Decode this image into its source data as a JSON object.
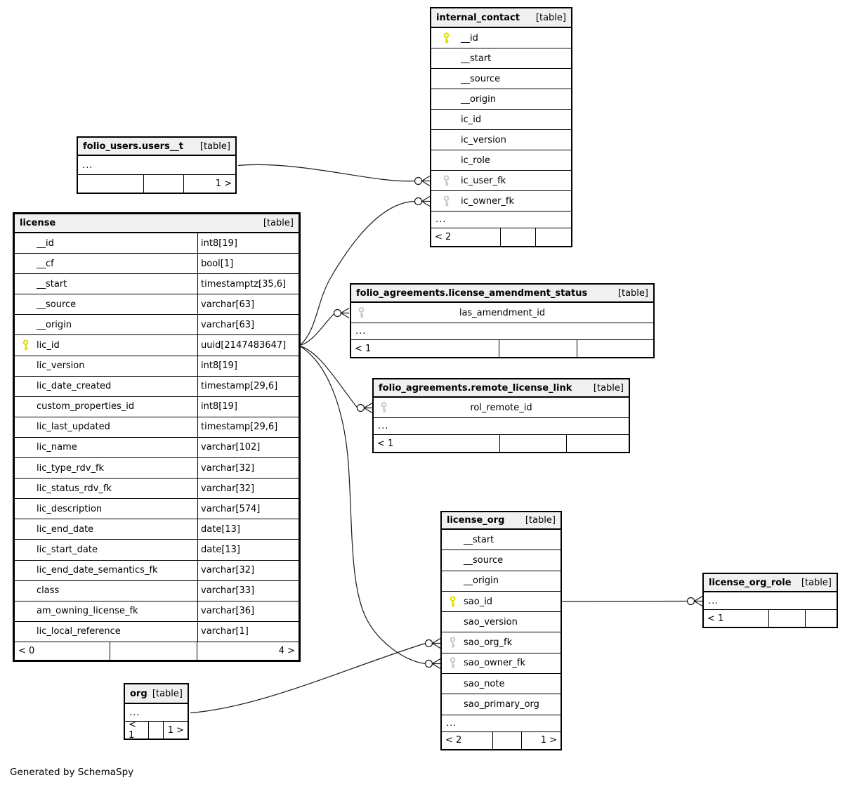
{
  "diagram": {
    "footer_note": "Generated by SchemaSpy",
    "notation": "crow's-foot with open circle at child end",
    "colors": {
      "pk_key": "#dede00",
      "fk_key": "#c9c9c9",
      "header_bg": "#f0f0f0",
      "border": "#000000",
      "line": "#1a1a1a"
    }
  },
  "tables": {
    "users_t": {
      "title": "folio_users.users__t",
      "tag": "[table]",
      "rows": [
        {
          "ellipsis": true,
          "name": "..."
        }
      ],
      "footer": [
        "",
        "",
        "1 >"
      ]
    },
    "internal_contact": {
      "title": "internal_contact",
      "tag": "[table]",
      "has_icon_slot": true,
      "rows": [
        {
          "icon": "pk",
          "name": "__id"
        },
        {
          "name": "__start"
        },
        {
          "name": "__source"
        },
        {
          "name": "__origin"
        },
        {
          "name": "ic_id"
        },
        {
          "name": "ic_version"
        },
        {
          "name": "ic_role"
        },
        {
          "icon": "fk",
          "name": "ic_user_fk"
        },
        {
          "icon": "fk",
          "name": "ic_owner_fk"
        },
        {
          "ellipsis": true,
          "name": "..."
        }
      ],
      "footer": [
        "< 2",
        "",
        ""
      ]
    },
    "license": {
      "title": "license",
      "tag": "[table]",
      "has_icon_slot": true,
      "has_types": true,
      "rows": [
        {
          "name": "__id",
          "type": "int8[19]"
        },
        {
          "name": "__cf",
          "type": "bool[1]"
        },
        {
          "name": "__start",
          "type": "timestamptz[35,6]"
        },
        {
          "name": "__source",
          "type": "varchar[63]"
        },
        {
          "name": "__origin",
          "type": "varchar[63]"
        },
        {
          "icon": "pk",
          "name": "lic_id",
          "type": "uuid[2147483647]"
        },
        {
          "name": "lic_version",
          "type": "int8[19]"
        },
        {
          "name": "lic_date_created",
          "type": "timestamp[29,6]"
        },
        {
          "name": "custom_properties_id",
          "type": "int8[19]"
        },
        {
          "name": "lic_last_updated",
          "type": "timestamp[29,6]"
        },
        {
          "name": "lic_name",
          "type": "varchar[102]"
        },
        {
          "name": "lic_type_rdv_fk",
          "type": "varchar[32]"
        },
        {
          "name": "lic_status_rdv_fk",
          "type": "varchar[32]"
        },
        {
          "name": "lic_description",
          "type": "varchar[574]"
        },
        {
          "name": "lic_end_date",
          "type": "date[13]"
        },
        {
          "name": "lic_start_date",
          "type": "date[13]"
        },
        {
          "name": "lic_end_date_semantics_fk",
          "type": "varchar[32]"
        },
        {
          "name": "class",
          "type": "varchar[33]"
        },
        {
          "name": "am_owning_license_fk",
          "type": "varchar[36]"
        },
        {
          "name": "lic_local_reference",
          "type": "varchar[1]"
        }
      ],
      "footer": [
        "< 0",
        "",
        "4 >"
      ]
    },
    "license_amendment_status": {
      "title": "folio_agreements.license_amendment_status",
      "tag": "[table]",
      "has_icon_slot": true,
      "center_names": true,
      "rows": [
        {
          "icon": "fk",
          "name": "las_amendment_id"
        },
        {
          "ellipsis": true,
          "name": "..."
        }
      ],
      "footer": [
        "< 1",
        "",
        ""
      ]
    },
    "remote_license_link": {
      "title": "folio_agreements.remote_license_link",
      "tag": "[table]",
      "has_icon_slot": true,
      "center_names": true,
      "rows": [
        {
          "icon": "fk",
          "name": "rol_remote_id"
        },
        {
          "ellipsis": true,
          "name": "..."
        }
      ],
      "footer": [
        "< 1",
        "",
        ""
      ]
    },
    "license_org": {
      "title": "license_org",
      "tag": "[table]",
      "has_icon_slot": true,
      "rows": [
        {
          "name": "__start"
        },
        {
          "name": "__source"
        },
        {
          "name": "__origin"
        },
        {
          "icon": "pk",
          "name": "sao_id"
        },
        {
          "name": "sao_version"
        },
        {
          "icon": "fk",
          "name": "sao_org_fk"
        },
        {
          "icon": "fk",
          "name": "sao_owner_fk"
        },
        {
          "name": "sao_note"
        },
        {
          "name": "sao_primary_org"
        },
        {
          "ellipsis": true,
          "name": "..."
        }
      ],
      "footer": [
        "< 2",
        "",
        "1 >"
      ]
    },
    "license_org_role": {
      "title": "license_org_role",
      "tag": "[table]",
      "rows": [
        {
          "ellipsis": true,
          "name": "..."
        }
      ],
      "footer": [
        "< 1",
        "",
        ""
      ]
    },
    "org": {
      "title": "org",
      "tag": "[table]",
      "rows": [
        {
          "ellipsis": true,
          "name": "..."
        }
      ],
      "footer": [
        "< 1",
        "",
        "1 >"
      ]
    }
  },
  "relationships": [
    {
      "id": "r1",
      "from": "folio_users.users__t",
      "to": "internal_contact.ic_user_fk"
    },
    {
      "id": "r2",
      "from": "license.lic_id",
      "to": "internal_contact.ic_owner_fk"
    },
    {
      "id": "r3",
      "from": "license.lic_id",
      "to": "folio_agreements.license_amendment_status.las_amendment_id"
    },
    {
      "id": "r4",
      "from": "license.lic_id",
      "to": "folio_agreements.remote_license_link.rol_remote_id"
    },
    {
      "id": "r5",
      "from": "license.lic_id",
      "to": "license_org.sao_owner_fk"
    },
    {
      "id": "r6",
      "from": "org",
      "to": "license_org.sao_org_fk"
    },
    {
      "id": "r7",
      "from": "license_org.sao_id",
      "to": "license_org_role"
    }
  ]
}
